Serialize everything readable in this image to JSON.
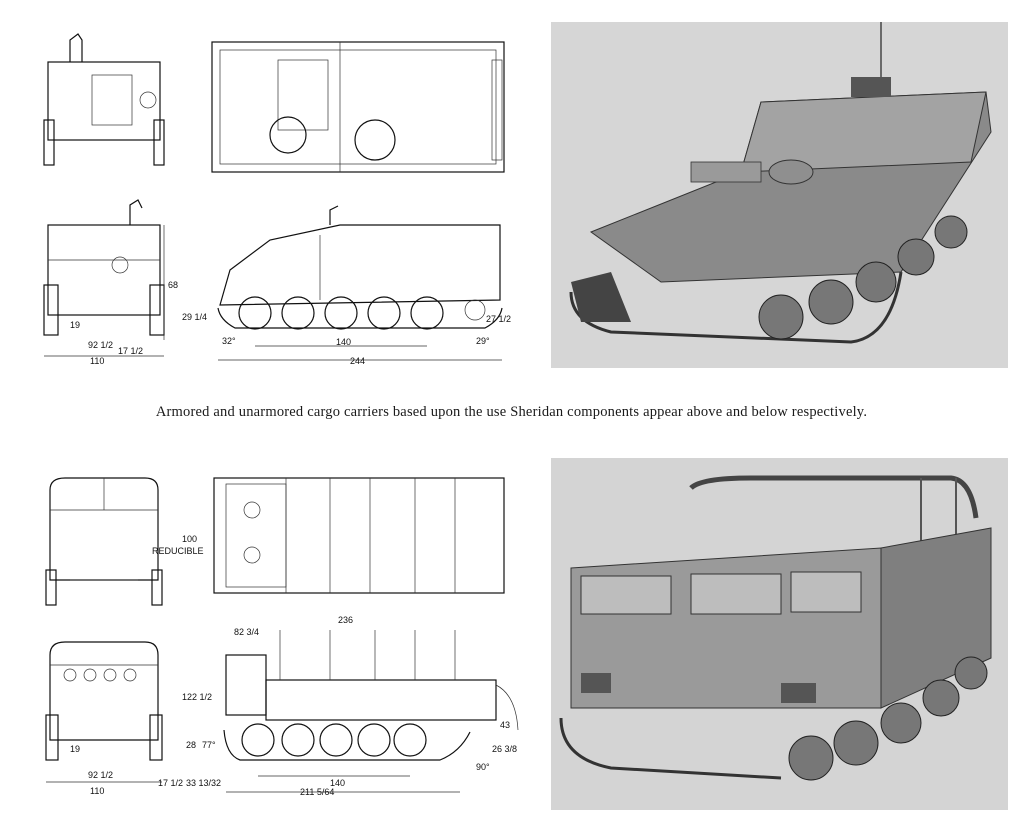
{
  "caption": "Armored and unarmored cargo carriers based upon the use Sheridan components appear above and below respectively.",
  "armored": {
    "dims": {
      "height": "68",
      "track_width": "19",
      "width_inner": "92 1/2",
      "track_gap": "17 1/2",
      "overall_width": "110",
      "front_height": "29 1/4",
      "rear_height": "27 1/2",
      "approach_angle": "32°",
      "departure_angle": "29°",
      "wheelbase": "140",
      "length": "244"
    }
  },
  "unarmored": {
    "dims": {
      "top_height": "100",
      "reducible": "REDUCIBLE",
      "side_height": "122 1/2",
      "track_width": "19",
      "width_inner": "92 1/2",
      "track_gap": "17 1/2",
      "extra_width": "33 13/32",
      "overall_width": "110",
      "cab_length": "82 3/4",
      "overall_length": "236",
      "wheelbase": "140",
      "length_211": "211 5/64",
      "ground_clearance": "28",
      "approach_angle": "77°",
      "rear_height": "26 3/8",
      "rear_top": "43",
      "departure_angle": "90°"
    }
  },
  "colors": {
    "ink": "#111111",
    "photo_bg": "#d2d2d2",
    "hull": "#8d8d8d"
  }
}
